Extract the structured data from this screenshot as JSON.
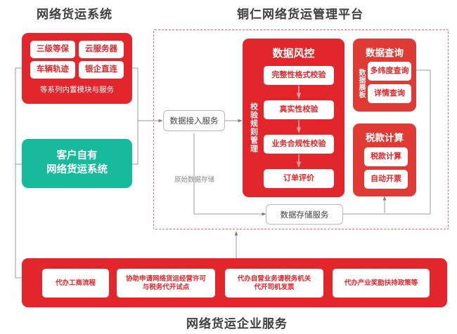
{
  "titles": {
    "left": "网络货运系统",
    "platform": "铜仁网络货运管理平台",
    "bottom": "网络货运企业服务"
  },
  "left_system": {
    "modules": [
      "三级等保",
      "云服务器",
      "车辆轨迹",
      "银企直连"
    ],
    "caption": "等系列内置模块与服务"
  },
  "customer_system": {
    "line1": "客户自有",
    "line2": "网络货运系统"
  },
  "services": {
    "ingest": "数据接入服务",
    "storage": "数据存储服务",
    "raw_storage_label": "原始数据存储"
  },
  "risk_control": {
    "heading": "数据风控",
    "side_label": "校验规则管理",
    "steps": [
      "完整性格式校验",
      "真实性校验",
      "业务合规性校验",
      "订单评价"
    ]
  },
  "data_query": {
    "heading": "数据查询",
    "side_label": "数据展板",
    "items": [
      "多纬度查询",
      "详情查询"
    ]
  },
  "tax_calc": {
    "heading": "税款计算",
    "items": [
      "税款计算",
      "自动开票"
    ]
  },
  "enterprise_services": {
    "items": [
      "代办工商流程",
      "协助申请网络货运经营许可\n与税务代开试点",
      "代办自营业务请税务机关\n代开司机发票",
      "代办产业奖励扶持政策等"
    ]
  },
  "colors": {
    "red": "#e3262b",
    "red_alt": "#e03a35",
    "teal": "#17bb9c",
    "dashed": "#e8676b",
    "line": "#9a9a9a",
    "title": "#3f3f3f"
  }
}
